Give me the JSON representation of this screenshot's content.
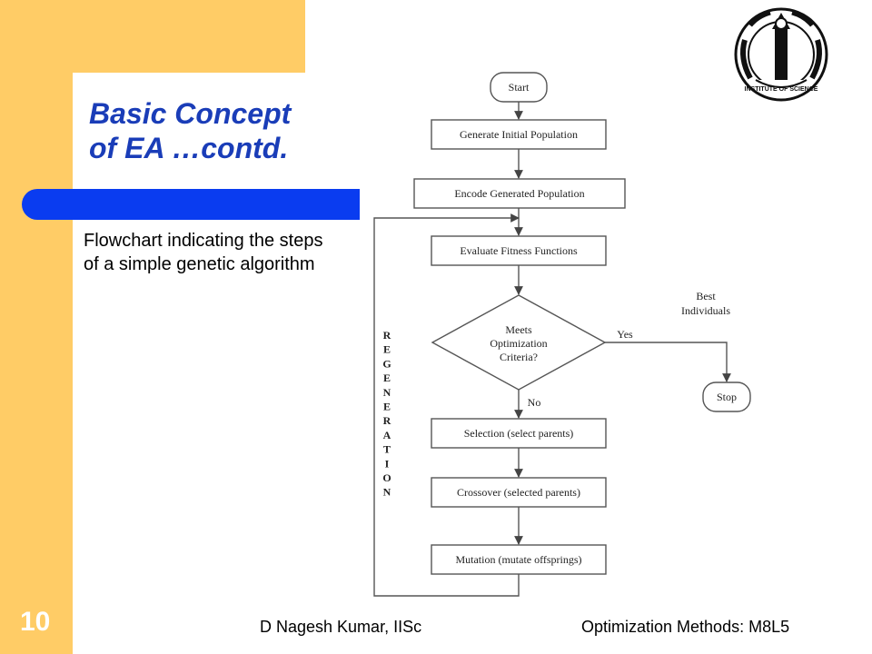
{
  "slide": {
    "title_line1": "Basic Concept",
    "title_line2": "of EA …contd.",
    "description": "Flowchart indicating the steps of a simple genetic algorithm",
    "number": "10",
    "footer_author": "D Nagesh Kumar, IISc",
    "footer_course": "Optimization Methods: M8L5"
  },
  "logo": {
    "text": "INSTITUTE OF SCIENCE"
  },
  "flowchart": {
    "start": "Start",
    "generate": "Generate Initial Population",
    "encode": "Encode Generated Population",
    "evaluate": "Evaluate Fitness Functions",
    "decision_line1": "Meets",
    "decision_line2": "Optimization",
    "decision_line3": "Criteria?",
    "yes": "Yes",
    "no": "No",
    "best_line1": "Best",
    "best_line2": "Individuals",
    "stop": "Stop",
    "selection": "Selection (select parents)",
    "crossover": "Crossover (selected parents)",
    "mutation": "Mutation (mutate offsprings)",
    "regeneration_letters": [
      "R",
      "E",
      "G",
      "E",
      "N",
      "E",
      "R",
      "A",
      "T",
      "I",
      "O",
      "N"
    ]
  },
  "colors": {
    "band": "#ffcc66",
    "bar": "#0a3cf0",
    "title": "#1a3db8"
  }
}
